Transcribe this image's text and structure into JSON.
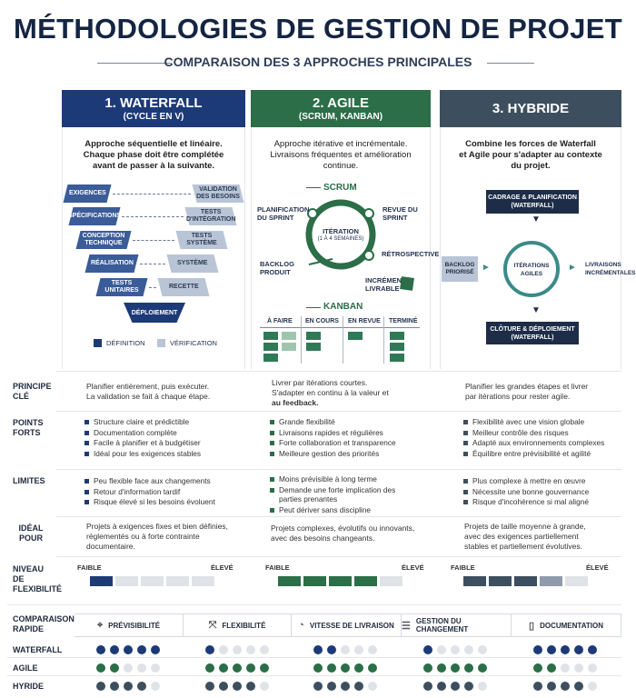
{
  "header": {
    "title": "MÉTHODOLOGIES DE GESTION DE PROJET",
    "subtitle": "COMPARAISON DES 3 APPROCHES PRINCIPALES"
  },
  "colors": {
    "waterfall": "#1d3a78",
    "agile": "#2b6e47",
    "hybride": "#3d4f5e",
    "light": "#b9c5d6",
    "empty": "#dfe3e8"
  },
  "columns": [
    {
      "number": "1. WATERFALL",
      "subtitle": "(CYCLE EN V)",
      "description": [
        "Approche séquentielle et linéaire.",
        "Chaque phase doit être complétée",
        "avant de passer à la suivante."
      ]
    },
    {
      "number": "2. AGILE",
      "subtitle": "(SCRUM, KANBAN)",
      "description": [
        "Approche itérative et incrémentale.",
        "Livraisons fréquentes et amélioration",
        "continue."
      ]
    },
    {
      "number": "3. HYBRIDE",
      "subtitle": "",
      "description": [
        "Combine les forces de Waterfall",
        "et Agile pour s'adapter au contexte",
        "du projet."
      ]
    }
  ],
  "waterfall_diagram": {
    "left": [
      "EXIGENCES",
      "SPÉCIFICATIONS",
      "CONCEPTION TECHNIQUE",
      "RÉALISATION",
      "TESTS UNITAIRES"
    ],
    "right": [
      "VALIDATION DES BESOINS",
      "TESTS D'INTÉGRATION",
      "TESTS SYSTÈME",
      "SYSTÈME",
      "RECETTE"
    ],
    "bottom": "DÉPLOIEMENT",
    "legend_definition": "DÉFINITION",
    "legend_verification": "VÉRIFICATION"
  },
  "agile_diagram": {
    "scrum_title": "SCRUM",
    "planning": "PLANIFICATION DU SPRINT",
    "review": "REVUE DU SPRINT",
    "iteration": "ITÉRATION",
    "iteration_sub": "(1 À 4 SEMAINES)",
    "retro": "RÉTROSPECTIVE",
    "backlog": "BACKLOG PRODUIT",
    "increment": "INCRÉMENT LIVRABLE",
    "kanban_title": "KANBAN",
    "kanban_cols": [
      "À FAIRE",
      "EN COURS",
      "EN REVUE",
      "TERMINÉ"
    ]
  },
  "hybrid_diagram": {
    "top": "CADRAGE & PLANIFICATION (WATERFALL)",
    "left": "BACKLOG PRIORISÉ",
    "center": "ITÉRATIONS AGILES",
    "right": "LIVRAISONS INCRÉMENTALES",
    "bottom": "CLÔTURE & DÉPLOIEMENT (WATERFALL)"
  },
  "rows": {
    "principe_label": "PRINCIPE CLÉ",
    "principe": [
      [
        "Planifier entièrement, puis exécuter.",
        "La validation se fait à chaque étape."
      ],
      [
        "Livrer par itérations courtes.",
        "S'adapter en continu à la valeur et",
        "au feedback."
      ],
      [
        "Planifier les grandes étapes et livrer",
        "par itérations pour rester agile."
      ]
    ],
    "forts_label": "POINTS FORTS",
    "forts": [
      [
        "Structure claire et prédictible",
        "Documentation complète",
        "Facile à planifier et à budgétiser",
        "Idéal pour les exigences stables"
      ],
      [
        "Grande flexibilité",
        "Livraisons rapides et régulières",
        "Forte collaboration et transparence",
        "Meilleure gestion des priorités"
      ],
      [
        "Flexibilité avec une vision globale",
        "Meilleur contrôle des risques",
        "Adapté aux environnements complexes",
        "Équilibre entre prévisibilité et agilité"
      ]
    ],
    "limites_label": "LIMITES",
    "limites": [
      [
        "Peu flexible face aux changements",
        "Retour d'information tardif",
        "Risque élevé si les besoins évoluent"
      ],
      [
        "Moins prévisible à long terme",
        "Demande une forte implication des parties prenantes",
        "Peut dériver sans discipline"
      ],
      [
        "Plus complexe à mettre en œuvre",
        "Nécessite une bonne gouvernance",
        "Risque d'incohérence si mal aligné"
      ]
    ],
    "ideal_label": "IDÉAL POUR",
    "ideal": [
      [
        "Projets à exigences fixes et bien définies,",
        "réglementés ou à forte contrainte",
        "documentaire."
      ],
      [
        "Projets complexes, évolutifs ou innovants,",
        "avec des besoins changeants."
      ],
      [
        "Projets de taille moyenne à grande,",
        "avec des exigences partiellement",
        "stables et partiellement évolutives."
      ]
    ],
    "flex_label": "NIVEAU DE FLEXIBILITÉ",
    "flex_low": "FAIBLE",
    "flex_high": "ÉLEVÉ",
    "flex_levels": [
      1,
      4,
      3
    ]
  },
  "comparison": {
    "label": "COMPARAISON RAPIDE",
    "criteria": [
      {
        "icon": "target-icon",
        "glyph": "⌖",
        "label": "PRÉVISIBILITÉ"
      },
      {
        "icon": "flex-arrows-icon",
        "glyph": "⤧",
        "label": "FLEXIBILITÉ"
      },
      {
        "icon": "speedometer-icon",
        "glyph": "◔",
        "label": "VITESSE DE LIVRAISON"
      },
      {
        "icon": "sliders-icon",
        "glyph": "☰",
        "label": "GESTION DU CHANGEMENT"
      },
      {
        "icon": "document-icon",
        "glyph": "▯",
        "label": "DOCUMENTATION"
      }
    ],
    "methods": [
      {
        "name": "WATERFALL",
        "scores": [
          5,
          1,
          2,
          1,
          5
        ]
      },
      {
        "name": "AGILE",
        "scores": [
          2,
          5,
          5,
          5,
          2
        ]
      },
      {
        "name": "HYRIDE",
        "scores": [
          4,
          4,
          4,
          4,
          4
        ]
      }
    ]
  }
}
